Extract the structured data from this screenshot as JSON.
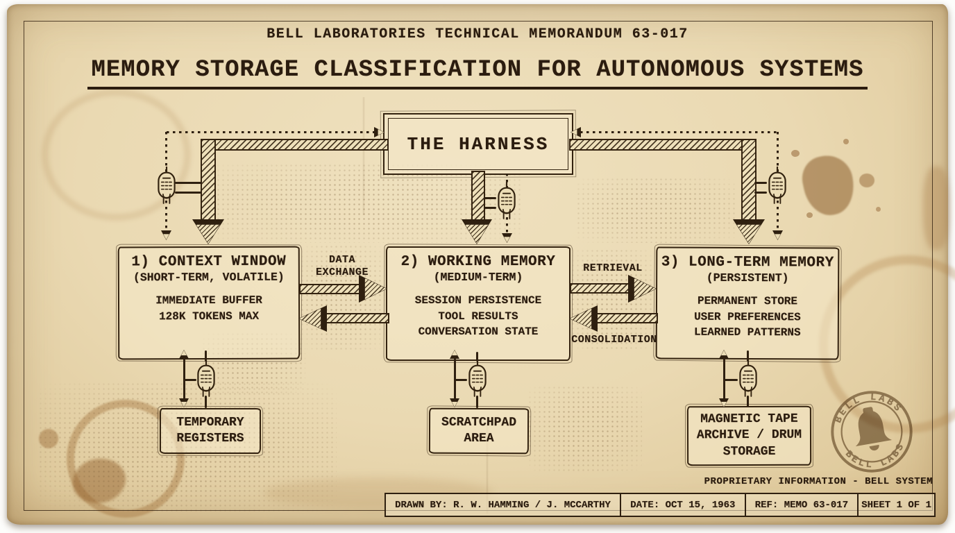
{
  "header": {
    "memo_line": "BELL LABORATORIES TECHNICAL MEMORANDUM 63-017",
    "title": "MEMORY STORAGE CLASSIFICATION FOR AUTONOMOUS SYSTEMS"
  },
  "harness": {
    "label": "THE HARNESS"
  },
  "memory_boxes": [
    {
      "heading": "1) CONTEXT WINDOW",
      "subheading": "(SHORT-TERM, VOLATILE)",
      "lines": [
        "IMMEDIATE BUFFER",
        "128K TOKENS MAX"
      ]
    },
    {
      "heading": "2) WORKING MEMORY",
      "subheading": "(MEDIUM-TERM)",
      "lines": [
        "SESSION PERSISTENCE",
        "TOOL RESULTS",
        "CONVERSATION STATE"
      ]
    },
    {
      "heading": "3) LONG-TERM MEMORY",
      "subheading": "(PERSISTENT)",
      "lines": [
        "PERMANENT STORE",
        "USER PREFERENCES",
        "LEARNED PATTERNS"
      ]
    }
  ],
  "flow_labels": {
    "data_exchange": "DATA EXCHANGE",
    "retrieval": "RETRIEVAL",
    "consolidation": "CONSOLIDATION"
  },
  "storage_boxes": [
    {
      "label": "TEMPORARY REGISTERS"
    },
    {
      "label": "SCRATCHPAD AREA"
    },
    {
      "label": "MAGNETIC TAPE ARCHIVE / DRUM STORAGE"
    }
  ],
  "stamp": {
    "top_text": "BELL LABS",
    "bottom_text": "BELL LABS"
  },
  "footer": {
    "proprietary": "PROPRIETARY INFORMATION - BELL SYSTEM",
    "title_block": [
      "DRAWN BY: R. W. HAMMING / J. MCCARTHY",
      "DATE: OCT 15, 1963",
      "REF: MEMO 63-017",
      "SHEET 1 OF 1"
    ]
  },
  "icons": {
    "vacuum_tube": "vacuum-tube-icon",
    "bell": "bell-icon"
  },
  "colors": {
    "ink": "#2f2010",
    "paper": "#e9d8b2",
    "paper_edge": "#d3b988",
    "stamp": "#8d7b63",
    "stain": "#a0703a"
  }
}
